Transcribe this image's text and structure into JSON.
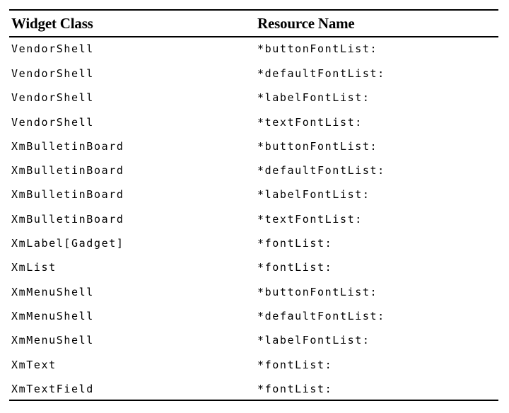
{
  "table": {
    "columns": [
      {
        "key": "widget_class",
        "label": "Widget Class"
      },
      {
        "key": "resource_name",
        "label": "Resource Name"
      }
    ],
    "rows": [
      {
        "widget_class": "VendorShell",
        "resource_name": "*buttonFontList:"
      },
      {
        "widget_class": "VendorShell",
        "resource_name": "*defaultFontList:"
      },
      {
        "widget_class": "VendorShell",
        "resource_name": "*labelFontList:"
      },
      {
        "widget_class": "VendorShell",
        "resource_name": "*textFontList:"
      },
      {
        "widget_class": "XmBulletinBoard",
        "resource_name": "*buttonFontList:"
      },
      {
        "widget_class": "XmBulletinBoard",
        "resource_name": "*defaultFontList:"
      },
      {
        "widget_class": "XmBulletinBoard",
        "resource_name": "*labelFontList:"
      },
      {
        "widget_class": "XmBulletinBoard",
        "resource_name": "*textFontList:"
      },
      {
        "widget_class": "XmLabel[Gadget]",
        "resource_name": "*fontList:"
      },
      {
        "widget_class": "XmList",
        "resource_name": "*fontList:"
      },
      {
        "widget_class": "XmMenuShell",
        "resource_name": "*buttonFontList:"
      },
      {
        "widget_class": "XmMenuShell",
        "resource_name": "*defaultFontList:"
      },
      {
        "widget_class": "XmMenuShell",
        "resource_name": "*labelFontList:"
      },
      {
        "widget_class": "XmText",
        "resource_name": "*fontList:"
      },
      {
        "widget_class": "XmTextField",
        "resource_name": "*fontList:"
      }
    ]
  },
  "colors": {
    "text": "#000000",
    "background": "#ffffff",
    "rule": "#000000"
  }
}
